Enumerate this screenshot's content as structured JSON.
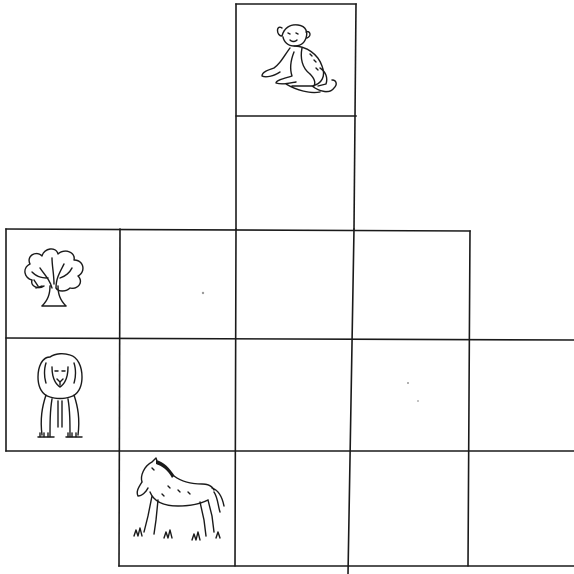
{
  "puzzle": {
    "cells": [
      {
        "id": "r0c2",
        "content": "monkey"
      },
      {
        "id": "r1c2",
        "content": ""
      },
      {
        "id": "r2c0",
        "content": "tree"
      },
      {
        "id": "r2c1",
        "content": ""
      },
      {
        "id": "r2c2",
        "content": ""
      },
      {
        "id": "r2c3",
        "content": ""
      },
      {
        "id": "r3c0",
        "content": "lion"
      },
      {
        "id": "r3c1",
        "content": ""
      },
      {
        "id": "r3c2",
        "content": ""
      },
      {
        "id": "r3c3",
        "content": ""
      },
      {
        "id": "r3c4",
        "content": ""
      },
      {
        "id": "r4c1",
        "content": "horse"
      },
      {
        "id": "r4c2",
        "content": ""
      },
      {
        "id": "r4c3",
        "content": ""
      },
      {
        "id": "r4c4",
        "content": ""
      }
    ],
    "icons": [
      "monkey-icon",
      "tree-icon",
      "lion-icon",
      "horse-icon"
    ],
    "line_color": "#1a1a1a",
    "background": "#ffffff"
  }
}
